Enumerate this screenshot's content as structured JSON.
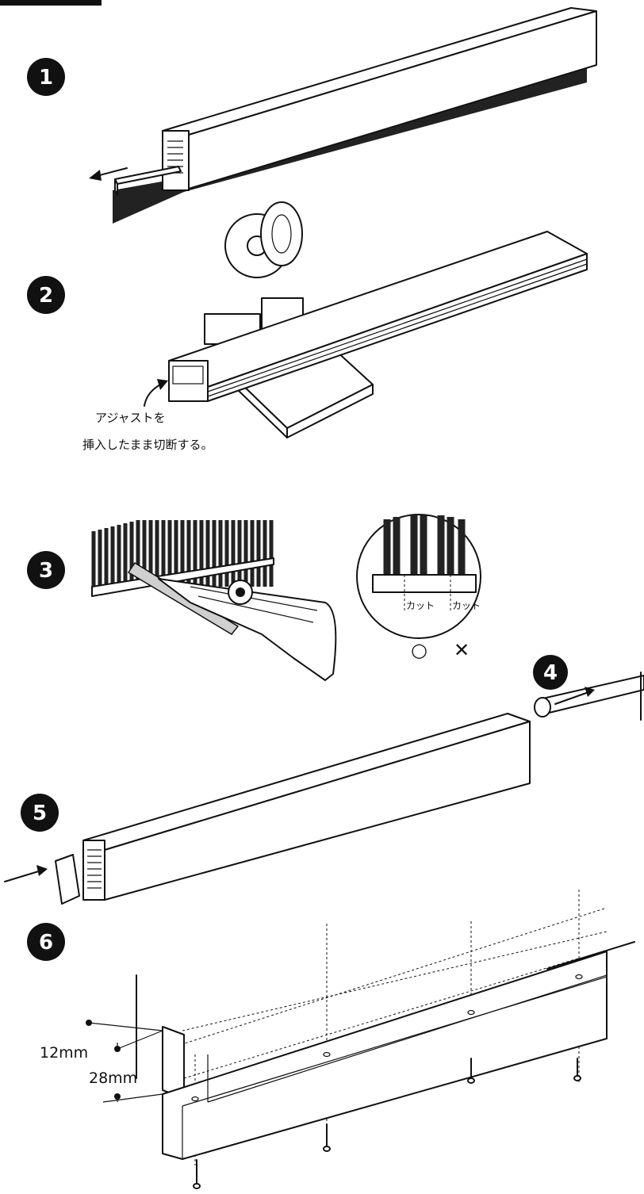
{
  "steps": {
    "s1": "1",
    "s2": "2",
    "s3": "3",
    "s4": "4",
    "s5": "5",
    "s6": "6"
  },
  "step2_note": {
    "line1": "アジャストを",
    "line2": "挿入したまま切断する。"
  },
  "step3_detail": {
    "cut_label_ok": "カット",
    "cut_label_ng": "カット",
    "ok_mark": "○",
    "ng_mark": "✕"
  },
  "step6_dims": {
    "dim1": "12mm",
    "dim2": "28mm"
  },
  "colors": {
    "ink": "#111111",
    "brush": "#222222",
    "paper": "#ffffff"
  }
}
